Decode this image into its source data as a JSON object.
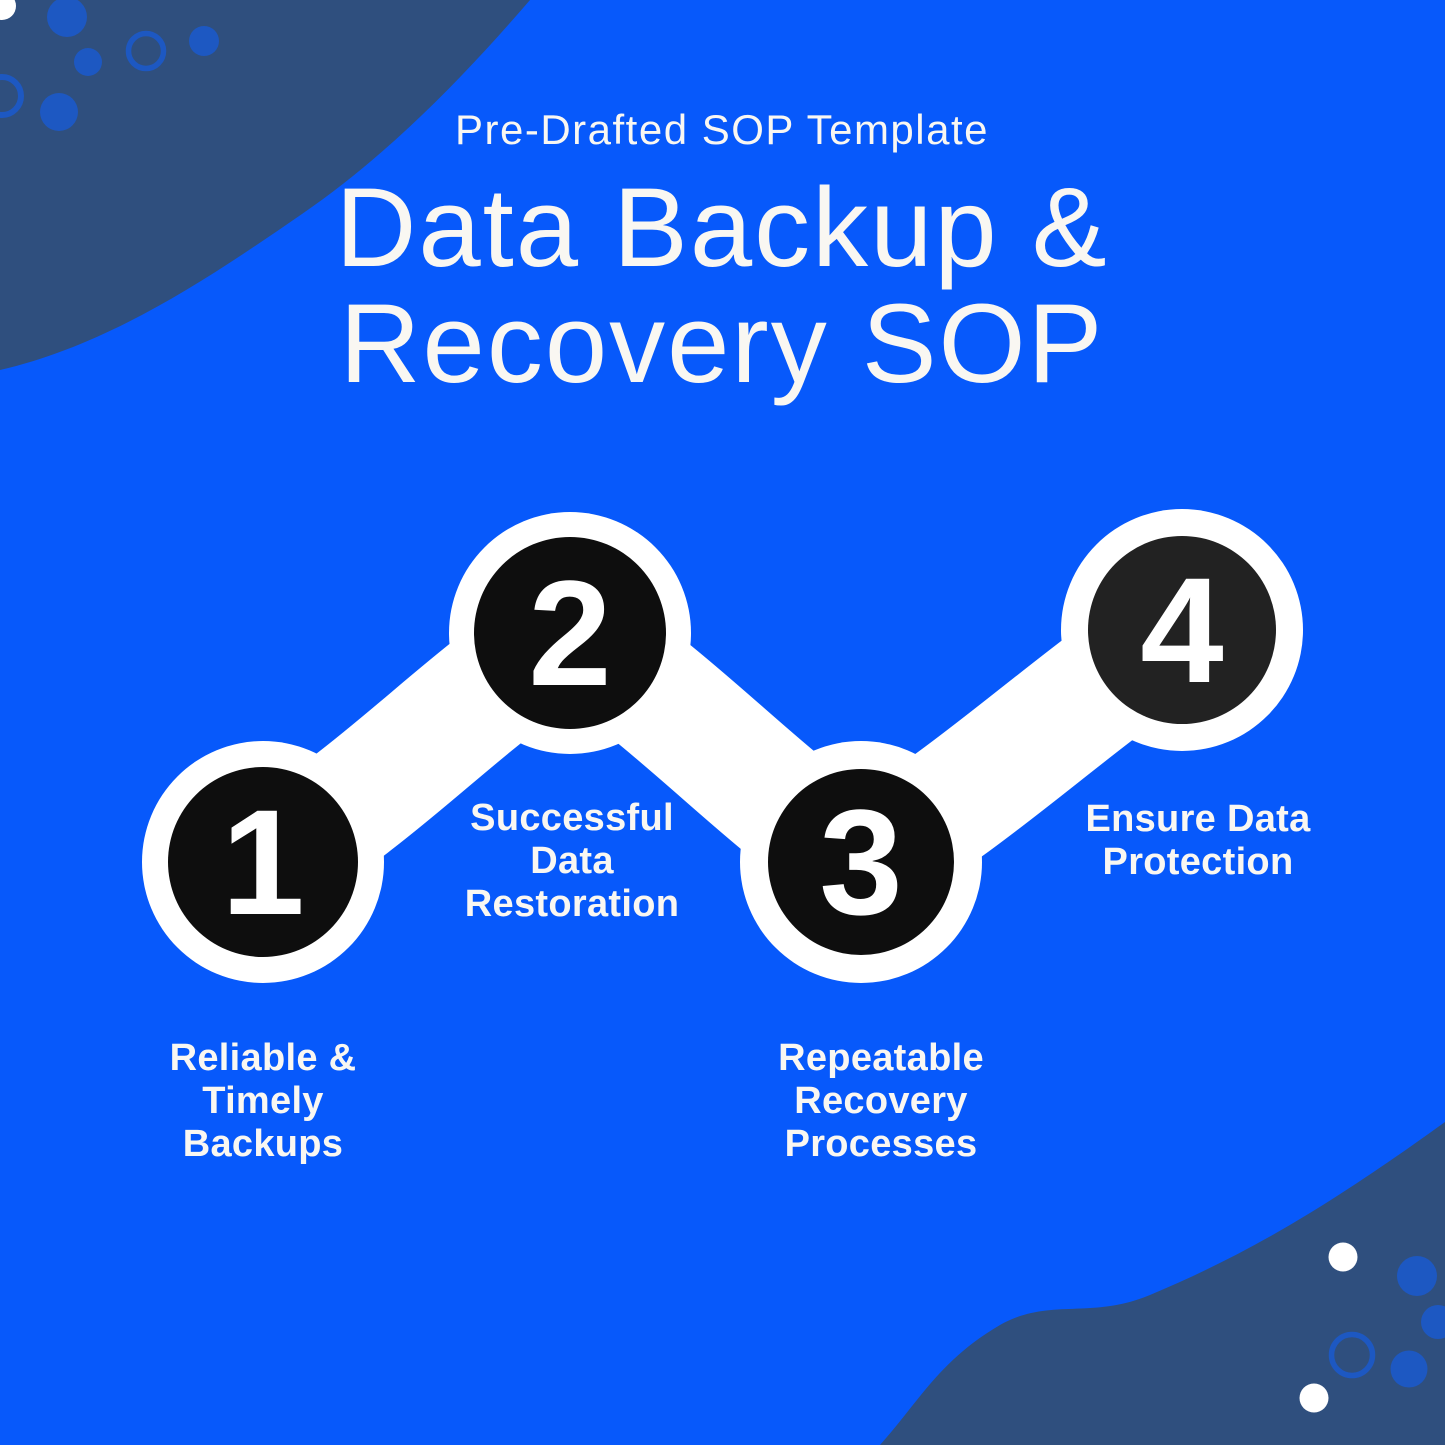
{
  "header": {
    "subtitle": "Pre-Drafted SOP Template",
    "title_line1": "Data Backup &",
    "title_line2": "Recovery SOP"
  },
  "steps": [
    {
      "number": "1",
      "label_lines": [
        "Reliable &",
        "Timely",
        "Backups"
      ]
    },
    {
      "number": "2",
      "label_lines": [
        "Successful",
        "Data",
        "Restoration"
      ]
    },
    {
      "number": "3",
      "label_lines": [
        "Repeatable",
        "Recovery",
        "Processes"
      ]
    },
    {
      "number": "4",
      "label_lines": [
        "Ensure Data",
        "Protection"
      ]
    }
  ],
  "colors": {
    "background": "#0759FB",
    "blob_navy": "#2F4F7E",
    "decor_blue": "#1D58C2",
    "decor_white": "#FFFFFF",
    "chain_white": "#FFFFFF",
    "step_circle": "#0E0E0E",
    "step_circle_alt": "#222222",
    "text_white": "#F9F7F2"
  }
}
